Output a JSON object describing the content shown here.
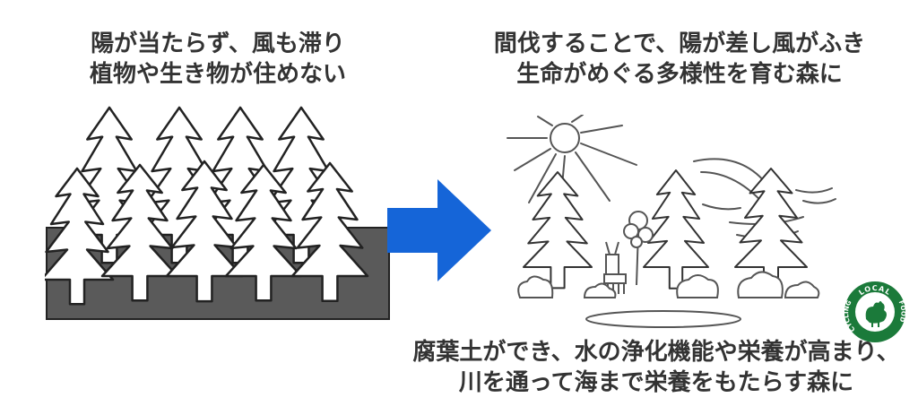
{
  "left_caption": {
    "line1": "陽が当たらず、風も滞り",
    "line2": "植物や生き物が住めない"
  },
  "right_caption": {
    "line1": "間伐することで、陽が差し風がふき",
    "line2": "生命がめぐる多様性を育む森に"
  },
  "bottom_caption": {
    "line1": "腐葉土ができ、水の浄化機能や栄養が高まり、",
    "line2": "川を通って海まで栄養をもたらす森に"
  },
  "badge": {
    "top_text": "LOCAL",
    "right_text": "FOOD",
    "left_text": "CYCLING"
  },
  "colors": {
    "text": "#333333",
    "arrow": "#1565d8",
    "ground_dark": "#5a5a5a",
    "badge_green": "#1b7a3a"
  },
  "icons": {
    "arrow": "right-arrow-icon",
    "sun": "sun-icon",
    "deer": "deer-icon",
    "badge": "local-food-cycling-badge"
  }
}
